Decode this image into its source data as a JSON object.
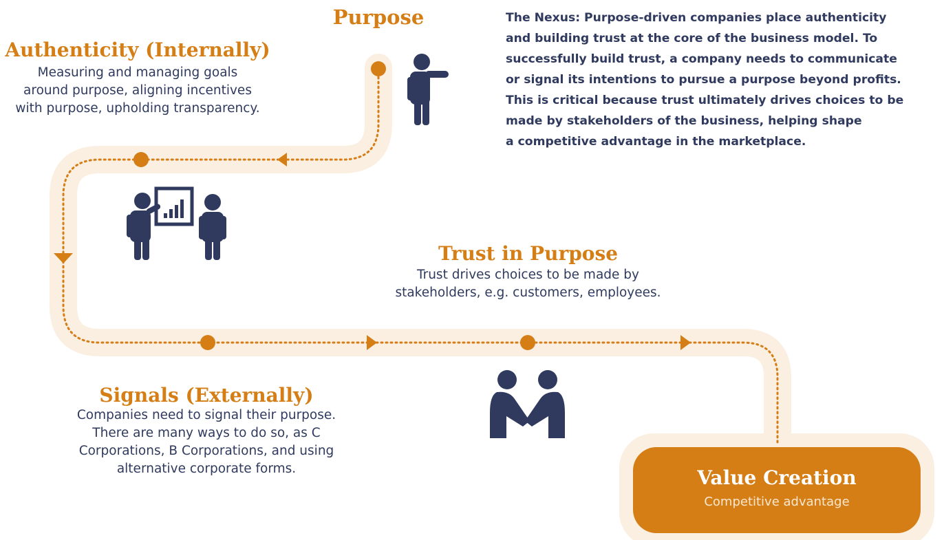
{
  "purpose": {
    "title": "Purpose"
  },
  "authenticity": {
    "title": "Authenticity (Internally)",
    "lines": [
      "Measuring and managing goals",
      "around purpose, aligning incentives",
      "with purpose, upholding transparency."
    ]
  },
  "nexus": {
    "lines": [
      "The Nexus: Purpose-driven companies place authenticity",
      "and building trust at the core of the business model. To",
      "successfully build trust, a company needs to communicate",
      "or signal its intentions to pursue a purpose beyond profits.",
      "This is critical because trust ultimately drives choices to be",
      "made by stakeholders of the business, helping shape",
      "a competitive advantage in the marketplace."
    ]
  },
  "trust": {
    "title": "Trust in Purpose",
    "lines": [
      "Trust drives choices to be made by",
      "stakeholders, e.g. customers, employees."
    ]
  },
  "signals": {
    "title": "Signals (Externally)",
    "lines": [
      "Companies need to signal their purpose.",
      "There are many ways to do so, as C",
      "Corporations, B Corporations, and using",
      "alternative corporate forms."
    ]
  },
  "value_creation": {
    "title": "Value Creation",
    "subtitle": "Competitive advantage"
  },
  "colors": {
    "accent": "#d47e15",
    "path": "#fbefe2",
    "navy": "#2f3a5e",
    "value_box_border": "#fbefe2"
  },
  "icons": [
    "person-pointing-icon",
    "presentation-chart-icon",
    "person-icon",
    "handshake-icon"
  ]
}
